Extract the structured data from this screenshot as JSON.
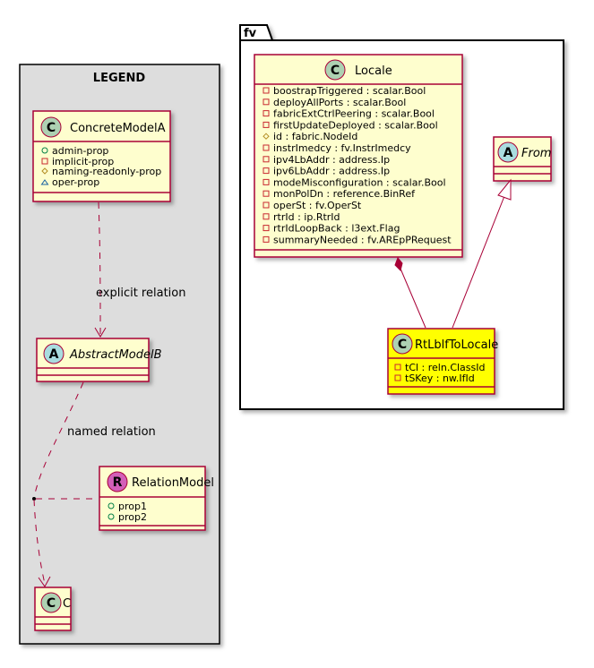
{
  "legend": {
    "title": "LEGEND",
    "concrete": {
      "stereo": "C",
      "name": "ConcreteModelA",
      "members": [
        "admin-prop",
        "implicit-prop",
        "naming-readonly-prop",
        "oper-prop"
      ]
    },
    "abstract": {
      "stereo": "A",
      "name": "AbstractModelB"
    },
    "relation_model": {
      "stereo": "R",
      "name": "RelationModel",
      "members": [
        "prop1",
        "prop2"
      ]
    },
    "c_class": {
      "stereo": "C",
      "name": "C"
    },
    "explicit_label": "explicit relation",
    "named_label": "named relation"
  },
  "package": {
    "name": "fv",
    "locale": {
      "stereo": "C",
      "name": "Locale",
      "members": [
        "boostrapTriggered : scalar.Bool",
        "deployAllPorts : scalar.Bool",
        "fabricExtCtrlPeering : scalar.Bool",
        "firstUpdateDeployed : scalar.Bool",
        "id : fabric.NodeId",
        "instrImedcy : fv.InstrImedcy",
        "ipv4LbAddr : address.Ip",
        "ipv6LbAddr : address.Ip",
        "modeMisconfiguration : scalar.Bool",
        "monPolDn : reference.BinRef",
        "operSt : fv.OperSt",
        "rtrId : ip.RtrId",
        "rtrIdLoopBack : l3ext.Flag",
        "summaryNeeded : fv.AREpPRequest"
      ]
    },
    "from": {
      "stereo": "A",
      "name": "From"
    },
    "rtlbl": {
      "stereo": "C",
      "name": "RtLblfToLocale",
      "members": [
        "tCl : reln.ClassId",
        "tSKey : nw.IfId"
      ]
    }
  },
  "colors": {
    "class_fill": "#FEFECE",
    "border": "#A80036",
    "legend_bg": "#DDDDDD",
    "highlight": "#FFFF00",
    "circle_c": "#ADD1B2",
    "circle_a": "#A9DCDF",
    "circle_r": "#D35FB8"
  }
}
